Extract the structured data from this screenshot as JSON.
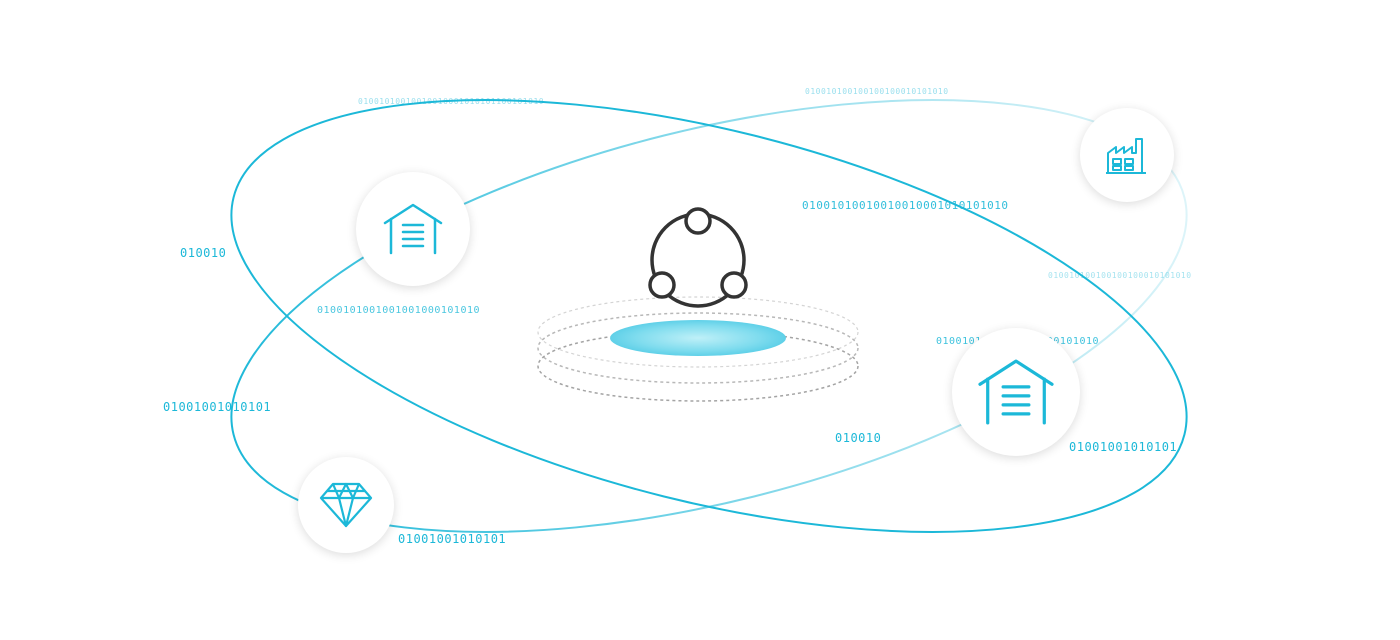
{
  "binary_labels": {
    "t1": "01001010010010010001010101100101010",
    "t2": "010010100100100100010101010",
    "t3": "01001010010010010001010101010",
    "t4": "010010",
    "t5": "010010100100100100010101010",
    "t6": "0100101001001001000101010",
    "t7": "0100101001001001000101010",
    "t8": "01001001010101",
    "t9": "010010",
    "t10": "01001001010101",
    "t11": "01001001010101"
  },
  "nodes": [
    {
      "id": "warehouse-left",
      "icon": "warehouse-icon"
    },
    {
      "id": "factory",
      "icon": "factory-icon"
    },
    {
      "id": "warehouse-right",
      "icon": "warehouse-icon"
    },
    {
      "id": "diamond",
      "icon": "diamond-icon"
    }
  ],
  "center_icon": "share-network-icon",
  "colors": {
    "accent": "#1cb8d8",
    "ring": "#9a9a9a",
    "hub_icon": "#333333",
    "glow": "#a8e8f4"
  }
}
